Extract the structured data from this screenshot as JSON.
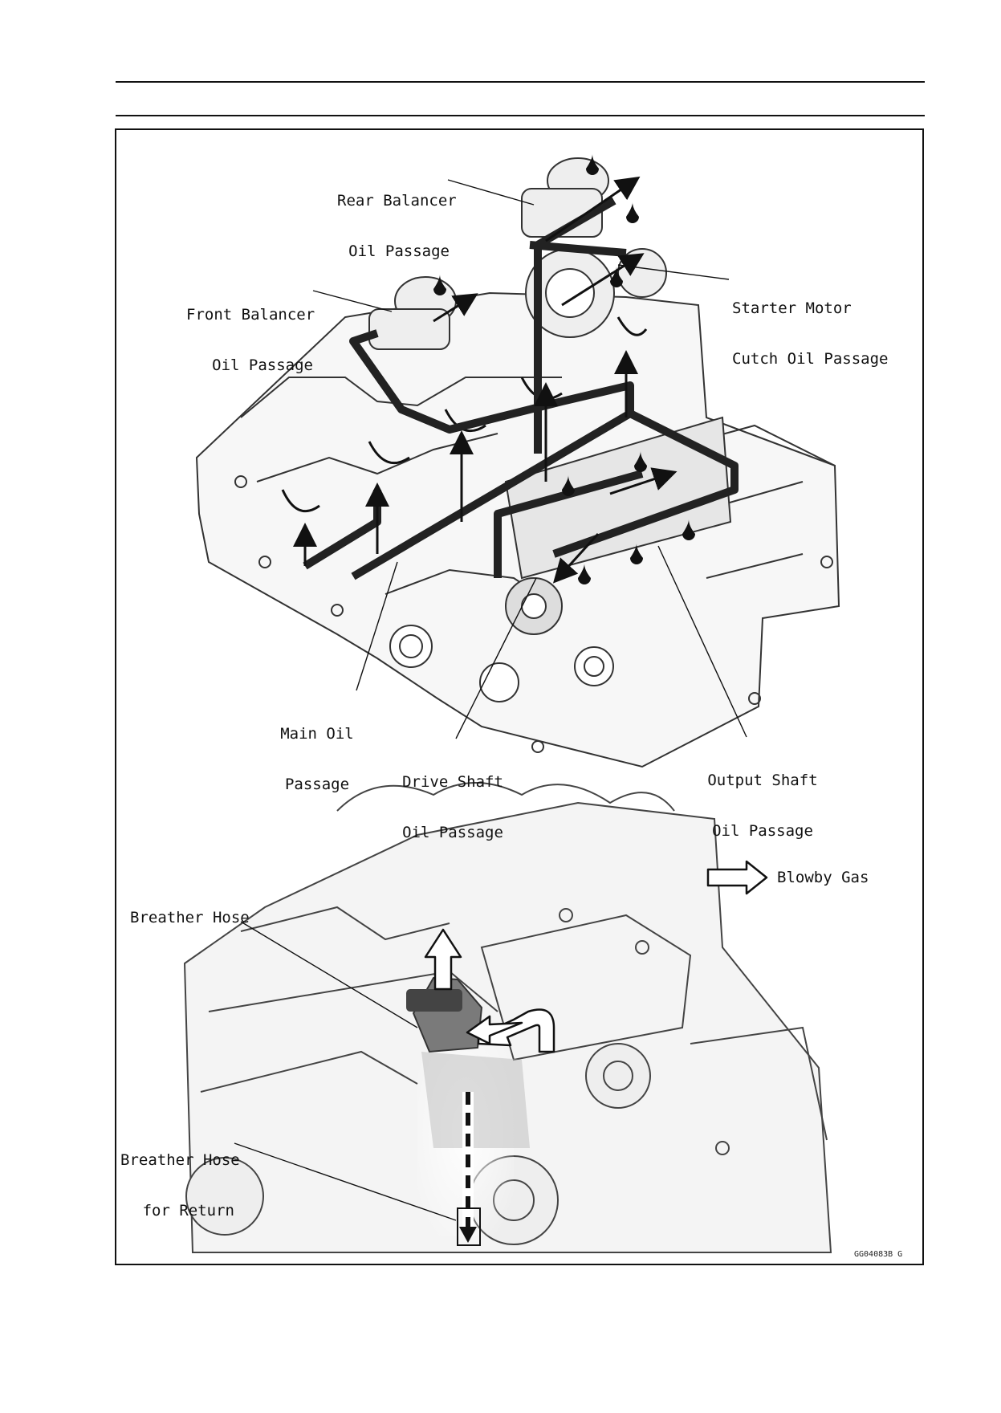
{
  "figure": {
    "oil_labels": {
      "rear_balancer": [
        "Rear Balancer",
        "Oil Passage"
      ],
      "front_balancer": [
        "Front Balancer",
        "Oil Passage"
      ],
      "starter_motor": [
        "Starter Motor",
        "Cutch Oil Passage"
      ],
      "main_oil": [
        "Main Oil",
        "Passage"
      ],
      "drive_shaft": [
        "Drive Shaft",
        "Oil Passage"
      ],
      "output_shaft": [
        "Output Shaft",
        "Oil Passage"
      ]
    },
    "breather_labels": {
      "legend": "Blowby Gas",
      "breather_hose": "Breather Hose",
      "breather_return": [
        "Breather Hose",
        "for Return"
      ]
    },
    "figure_code": "GG04083B  G",
    "icons": [
      "oil-drop-icon",
      "flow-arrow-icon",
      "hollow-arrow-icon"
    ]
  }
}
